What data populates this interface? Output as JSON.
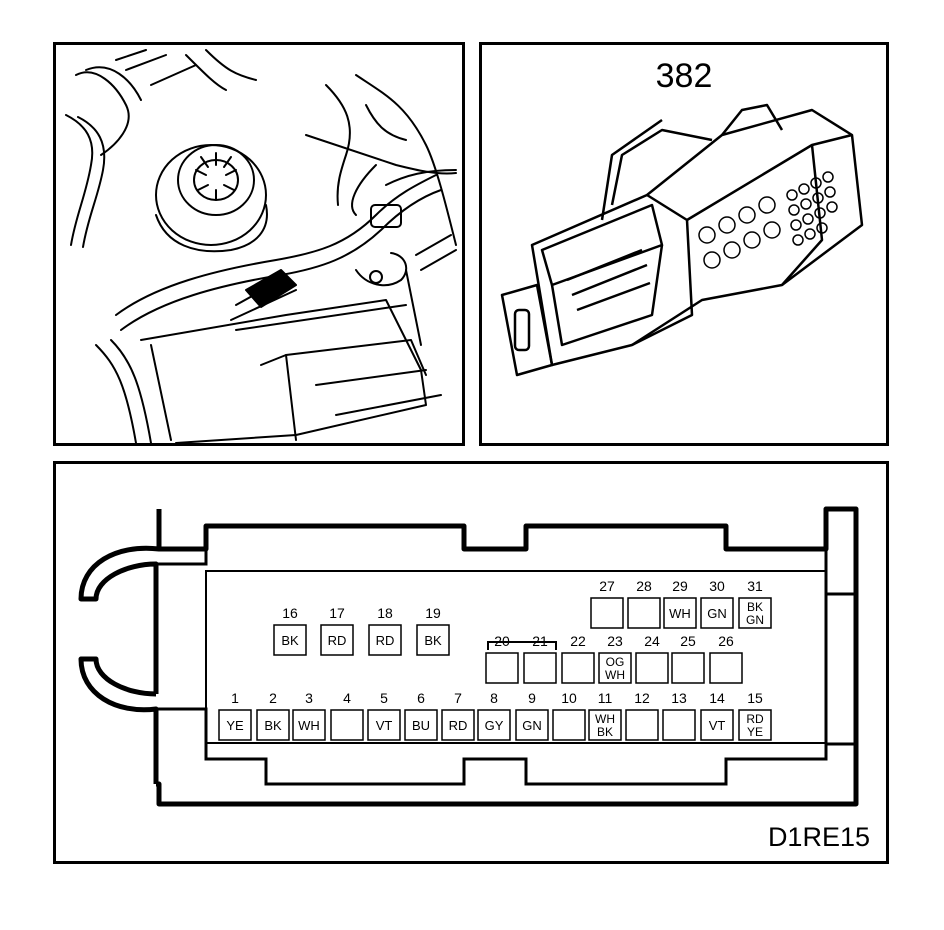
{
  "connector": {
    "part_number": "382"
  },
  "figure_code": "D1RE15",
  "pins": [
    {
      "num": "1",
      "color": [
        "YE"
      ]
    },
    {
      "num": "2",
      "color": [
        "BK"
      ]
    },
    {
      "num": "3",
      "color": [
        "WH"
      ]
    },
    {
      "num": "4",
      "color": []
    },
    {
      "num": "5",
      "color": [
        "VT"
      ]
    },
    {
      "num": "6",
      "color": [
        "BU"
      ]
    },
    {
      "num": "7",
      "color": [
        "RD"
      ]
    },
    {
      "num": "8",
      "color": [
        "GY"
      ]
    },
    {
      "num": "9",
      "color": [
        "GN"
      ]
    },
    {
      "num": "10",
      "color": []
    },
    {
      "num": "11",
      "color": [
        "WH",
        "BK"
      ]
    },
    {
      "num": "12",
      "color": []
    },
    {
      "num": "13",
      "color": []
    },
    {
      "num": "14",
      "color": [
        "VT"
      ]
    },
    {
      "num": "15",
      "color": [
        "RD",
        "YE"
      ]
    },
    {
      "num": "16",
      "color": [
        "BK"
      ]
    },
    {
      "num": "17",
      "color": [
        "RD"
      ]
    },
    {
      "num": "18",
      "color": [
        "RD"
      ]
    },
    {
      "num": "19",
      "color": [
        "BK"
      ]
    },
    {
      "num": "20",
      "color": []
    },
    {
      "num": "21",
      "color": []
    },
    {
      "num": "22",
      "color": []
    },
    {
      "num": "23",
      "color": [
        "OG",
        "WH"
      ]
    },
    {
      "num": "24",
      "color": []
    },
    {
      "num": "25",
      "color": []
    },
    {
      "num": "26",
      "color": []
    },
    {
      "num": "27",
      "color": []
    },
    {
      "num": "28",
      "color": []
    },
    {
      "num": "29",
      "color": [
        "WH"
      ]
    },
    {
      "num": "30",
      "color": [
        "GN"
      ]
    },
    {
      "num": "31",
      "color": [
        "BK",
        "GN"
      ]
    }
  ]
}
